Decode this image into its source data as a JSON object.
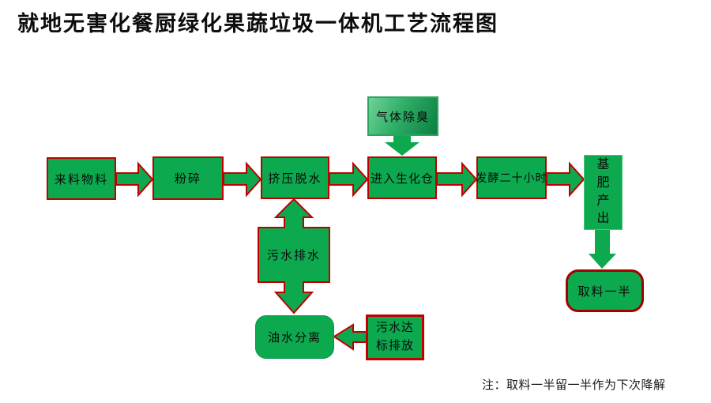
{
  "title": "就地无害化餐厨绿化果蔬垃圾一体机工艺流程图",
  "note": "注：取料一半留一半作为下次降解",
  "nodes": {
    "incoming": "来料物料",
    "crush": "粉碎",
    "dewater": "挤压脱水",
    "deodorize": "气体除臭",
    "biochamber": "进入生化仓",
    "ferment": "发酵二十小时",
    "fertilizer": "基肥产出",
    "sewage_drain": "污水排水",
    "oil_water": "油水分离",
    "discharge": "污水达标排放",
    "take_half": "取料一半"
  },
  "colors": {
    "box_fill": "#0CA94F",
    "border_red": "#C00000",
    "deodorize_gradient_start": "#6FD29A",
    "deodorize_gradient_end": "#0B7F41",
    "text": "#000000"
  }
}
